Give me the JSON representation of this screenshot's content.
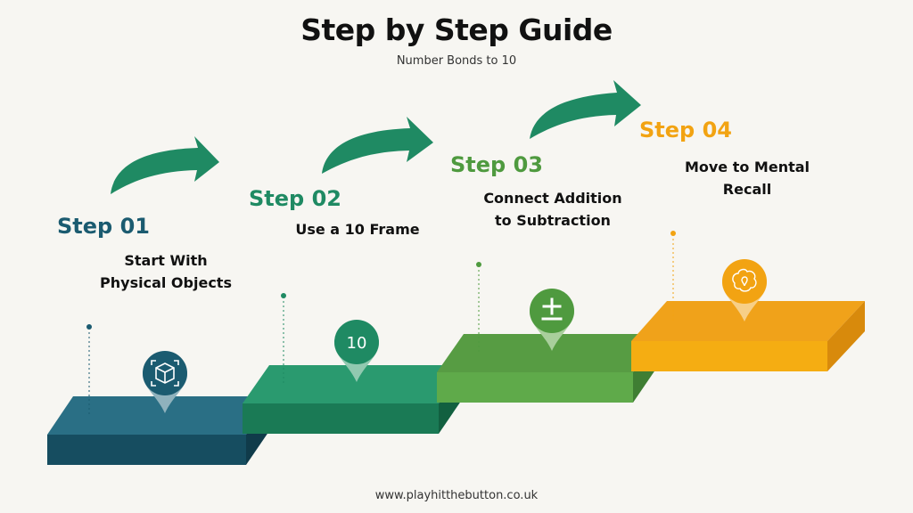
{
  "title": "Step by Step Guide",
  "subtitle": "Number Bonds to 10",
  "footer": "www.playhitthebutton.co.uk",
  "colors": {
    "step1": "#1b5b70",
    "step2": "#1f8a63",
    "step3": "#4f9a3f",
    "step4": "#f2a312",
    "arrow": "#1f8a63",
    "background": "#f7f6f2"
  },
  "steps": [
    {
      "label": "Step 01",
      "desc_line1": "Start With",
      "desc_line2": "Physical Objects",
      "icon": "cube-icon"
    },
    {
      "label": "Step 02",
      "desc_line1": "Use a 10 Frame",
      "desc_line2": "",
      "icon": "ten-icon",
      "icon_text": "10"
    },
    {
      "label": "Step 03",
      "desc_line1": "Connect Addition",
      "desc_line2": "to Subtraction",
      "icon": "plus-minus-icon"
    },
    {
      "label": "Step 04",
      "desc_line1": "Move to Mental",
      "desc_line2": "Recall",
      "icon": "brain-icon"
    }
  ]
}
